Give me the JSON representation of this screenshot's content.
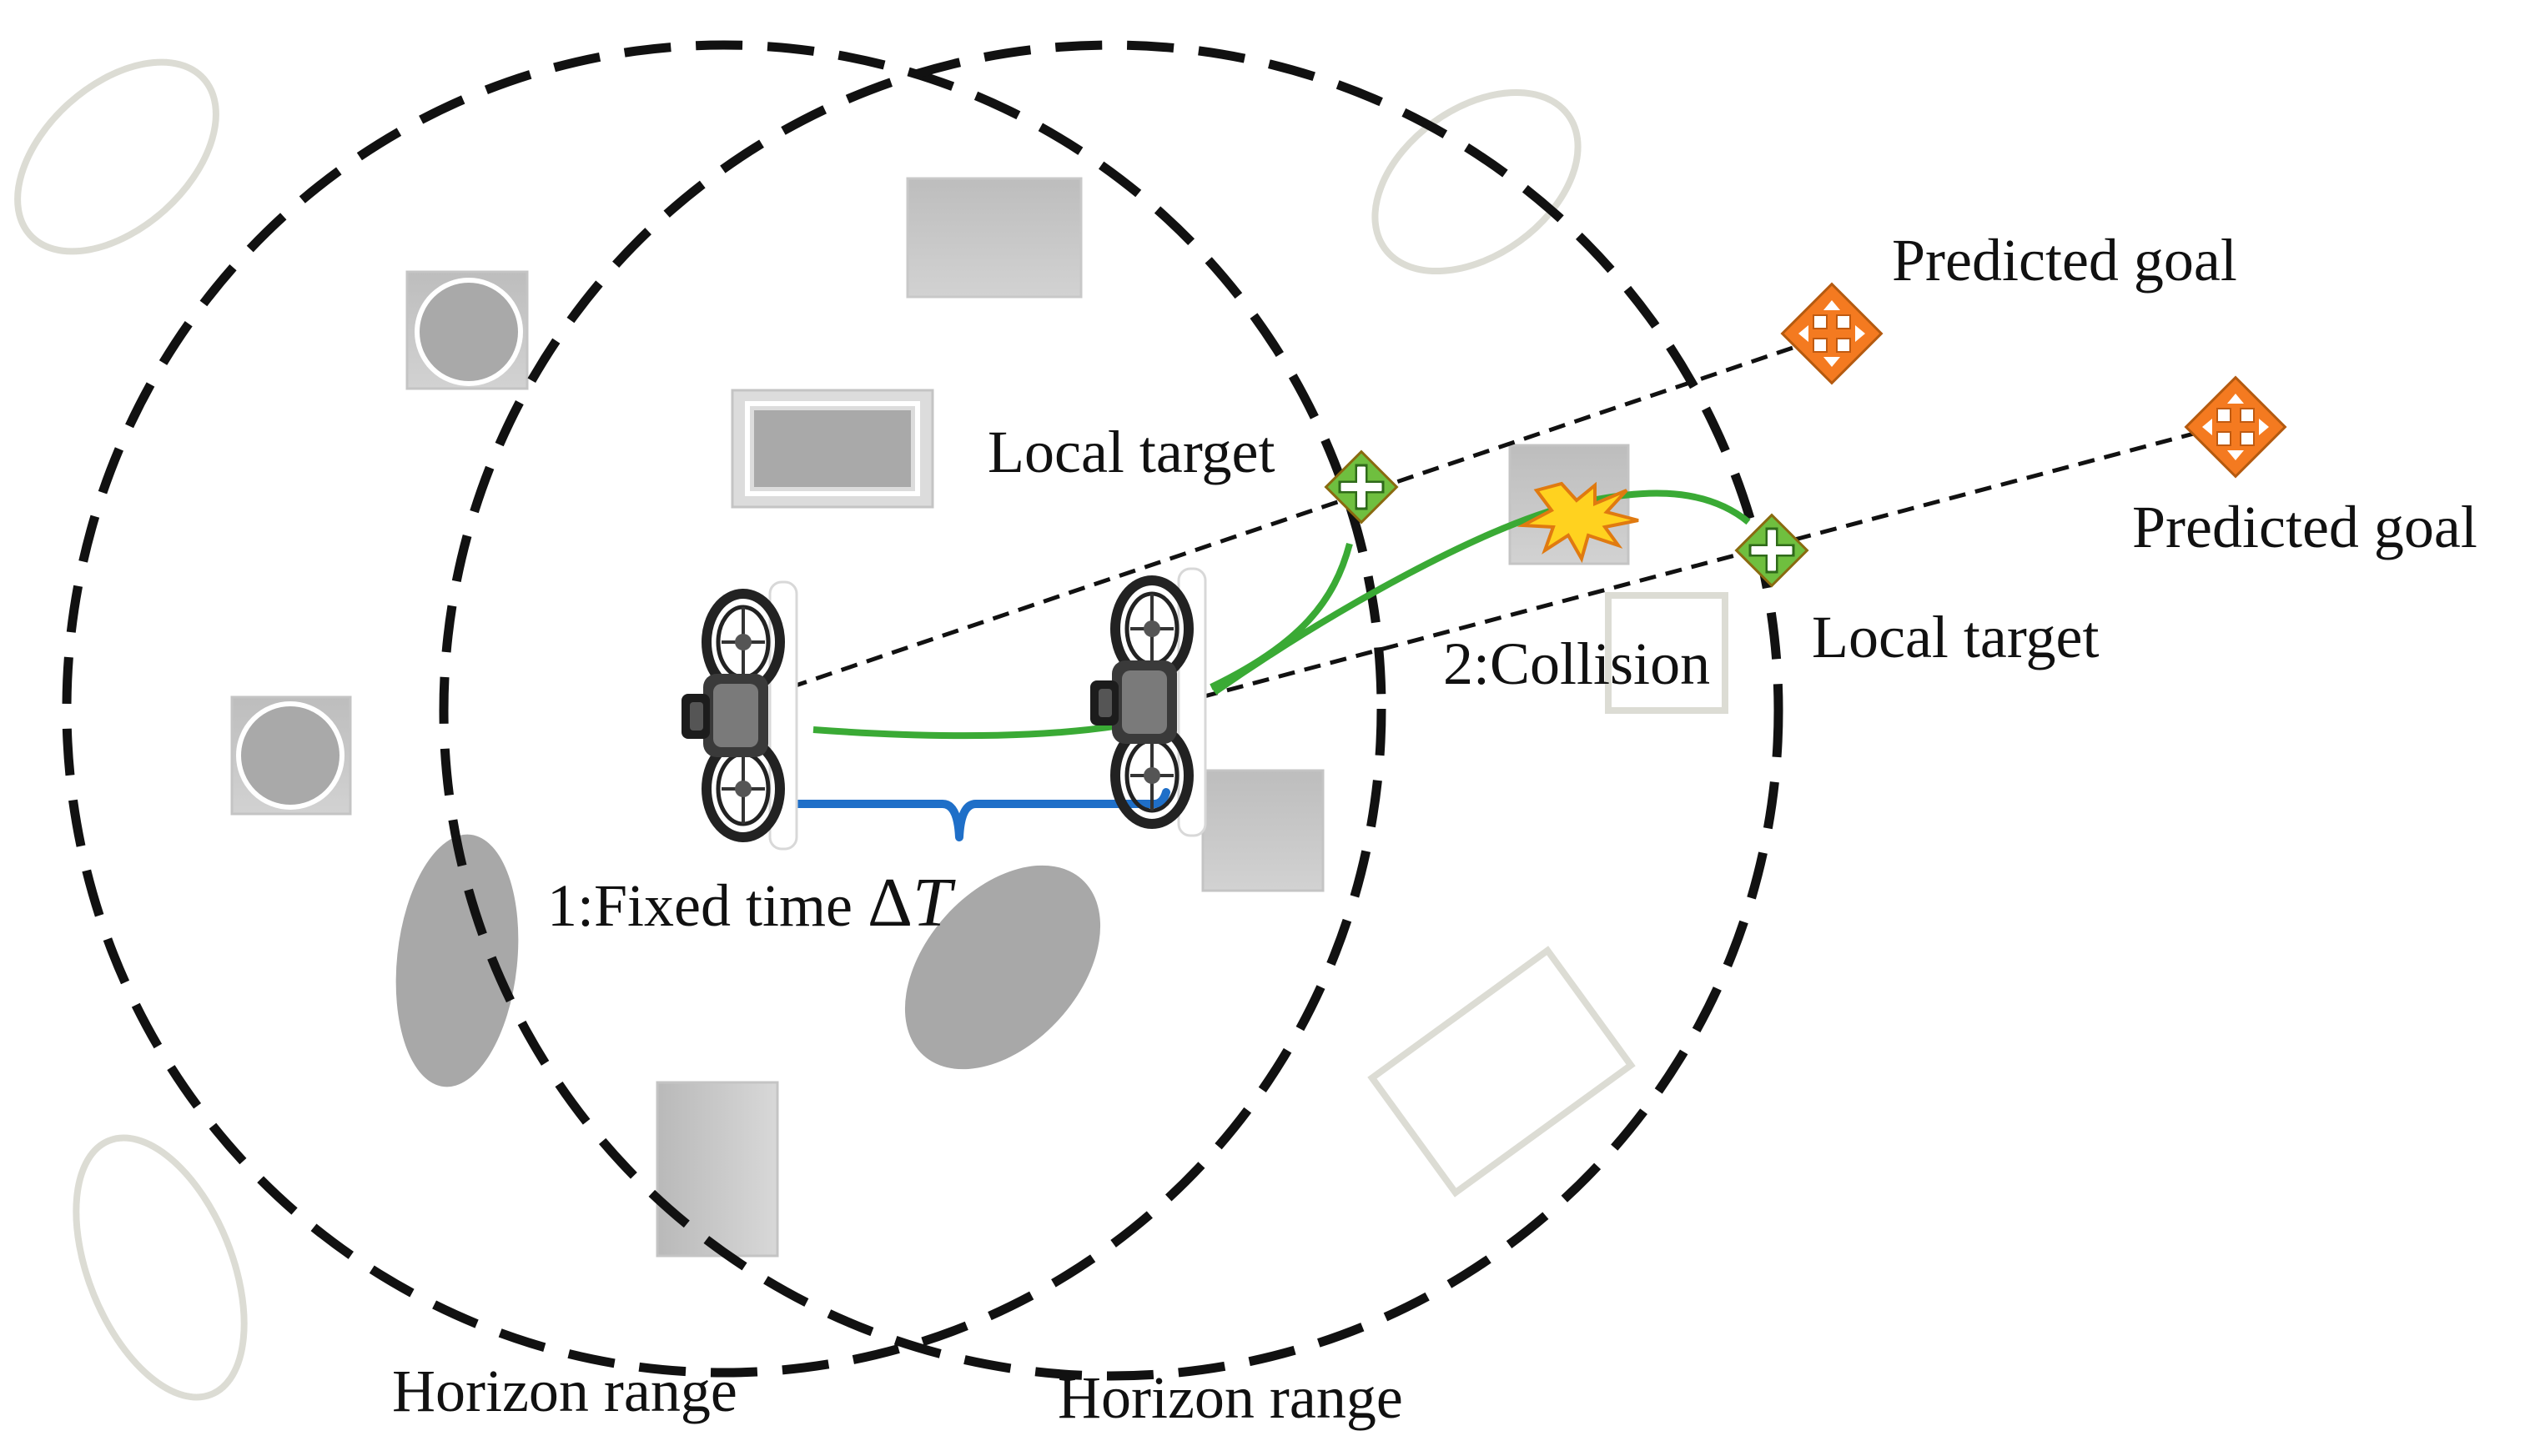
{
  "labels": {
    "predicted_goal_1": "Predicted goal",
    "predicted_goal_2": "Predicted goal",
    "local_target_1": "Local target",
    "local_target_2": "Local target",
    "collision": "2:Collision",
    "fixed_time": "1:Fixed time ",
    "delta_symbol": "Δ",
    "delta_var": "T",
    "horizon_range_1": "Horizon range",
    "horizon_range_2": "Horizon range"
  },
  "colors": {
    "horizon_circle": "#111111",
    "trajectory": "#3aaa35",
    "time_brace": "#1f6fc8",
    "local_target_marker": "#6fbf3f",
    "predicted_goal_marker": "#f47a20",
    "collision_marker": "#ffd21f",
    "obstacle_fill": "#b5b5b5",
    "obstacle_outline": "#dcdcd4",
    "drone_body": "#222222"
  },
  "icons": {
    "predicted_goal_marker": "orange-four-arrow-diamond-icon",
    "local_target_marker": "green-four-arrow-diamond-icon",
    "collision_marker": "yellow-starburst-icon",
    "drone": "quadcopter-drone-icon"
  }
}
